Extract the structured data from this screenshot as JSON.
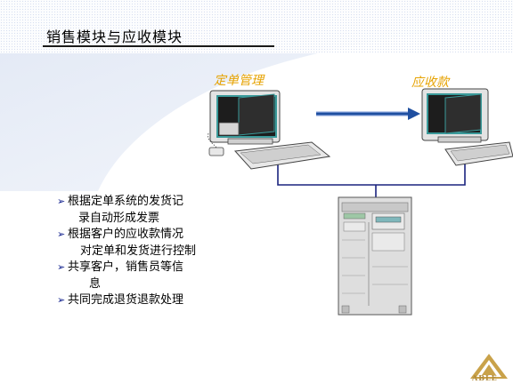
{
  "slide": {
    "title": "销售模块与应收模块"
  },
  "diagram": {
    "node_left_label": "定单管理",
    "node_right_label": "应收款"
  },
  "bullets": {
    "b1_line1": "根据定单系统的发货记",
    "b1_line2": "录自动形成发票",
    "b2_line1": "根据客户的应收款情况",
    "b2_line2": "对定单和发货进行控制",
    "b3_line1": "共享客户，销售员等信",
    "b3_line2": "息",
    "b4_line1": "共同完成退货退款处理",
    "marker": "➢"
  },
  "logo": {
    "text": "ABLE"
  },
  "colors": {
    "accent_label": "#e6a200",
    "arrow": "#1f4fa0",
    "connector": "#1a237e",
    "background_wave": "#dde5f3"
  }
}
